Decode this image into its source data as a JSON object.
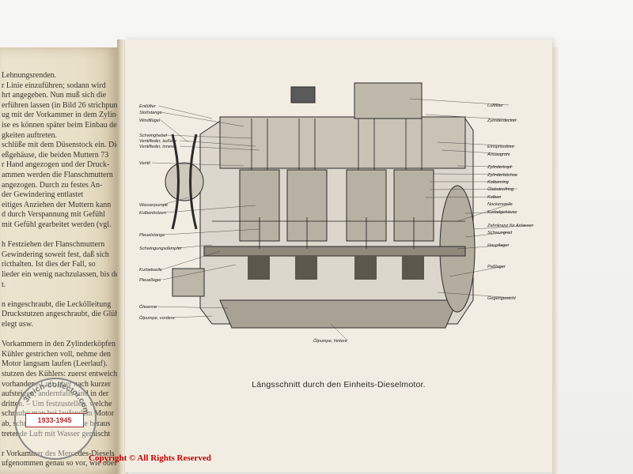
{
  "left_page": {
    "lines": [
      "Lehnungsrenden.",
      "r Linie einzuführen; sodann wird",
      "hrt angegeben. Nun muß sich die",
      "erführen lassen (in Bild 26 strichpunk-",
      "ug mit der Vorkammer in dem Zylin-",
      "ise es können später beim Einbau der",
      "gkeiten auftreten.",
      "schlüße mit dem Düsenstock ein. Die",
      "eßgehäuse, die beiden Muttern 73",
      "r Hand angezogen und der Druck-",
      "ammen werden die Flanschmuttern",
      "angezogen. Durch zu festes An-",
      "der Gewindering entlastet",
      "eitiges Anziehen der Muttern kann",
      "d durch Verspannung mit Gefühl",
      "mit Gefühl gearbeitet werden (vgl.",
      "",
      "h Festziehen der Flanschmuttern",
      "Gewindering soweit fest, daß sich",
      "ricthalten. Ist dies der Fall, so",
      "lieder ein wenig nachzulassen, bis der",
      "t.",
      "",
      "n eingeschraubt, die Leckölleitung",
      "Druckstutzen angeschraubt, die Glüh-",
      "elegt usw.",
      "",
      "Vorkammern in den Zylinderköpfen",
      "Kühler gestrichen voll, nehme den",
      "Motor langsam laufen (Leerlauf).",
      "stutzen des Kühlers: zuerst entweicht",
      "vorhandene Luft, aber nach kurzer",
      "aufsteigen, andernfalls sind in der",
      "dritten. – Um festzustellen, welche",
      "schraube man bei laufendem Motor",
      "ab, schraube die Glühkerze heraus",
      "tretende Luft mit Wasser gemischt",
      "",
      "r Vorkammer des Mercedes-Diesels",
      "ufgenommen genau so vor, wie oben"
    ]
  },
  "figure": {
    "caption": "Längsschnitt durch den Einheits-Dieselmotor.",
    "labels_left": [
      "Entlüfter",
      "Stoßstange",
      "Windflügel",
      "Schwinghebel",
      "Ventilfeder, äußere",
      "Ventilfeder, innere",
      "Ventil",
      "Wasserpumpe",
      "Kolbenbolzen",
      "Pleuelstange",
      "Schwingungsdämpfer",
      "Kurbelwelle",
      "Pleuellager",
      "Ölwanne",
      "Ölpumpe, vordere"
    ],
    "labels_bottom": [
      "Ölpumpe, hintere"
    ],
    "labels_right": [
      "Luftfilter",
      "Zylinderdeckel",
      "Einspritzdüse",
      "Ansaugrohr",
      "Zylinderkopf",
      "Zylinderbüchse",
      "Kolbenring",
      "Ölabstreifring",
      "Kolben",
      "Nockenwelle",
      "Kurbelgehäuse",
      "Zahnkranz für Anlasser",
      "Schwungrad",
      "Hauptlager",
      "Paßlager",
      "Gegengewicht"
    ]
  },
  "watermark": {
    "site": "3reich-collector.com",
    "years": "1933-1945"
  },
  "copyright": "Copyright © All Rights Reserved"
}
